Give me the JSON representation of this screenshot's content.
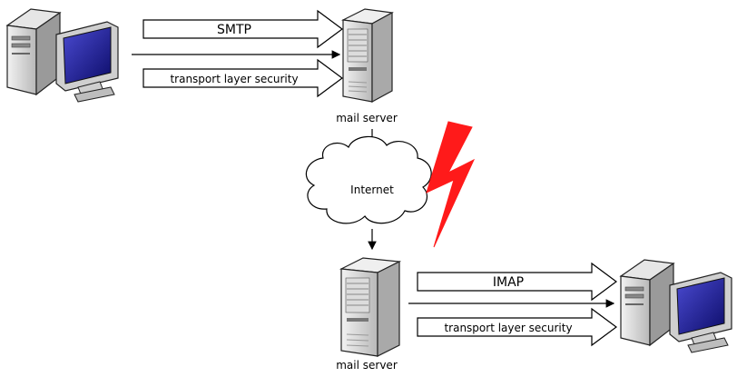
{
  "diagram": {
    "arrows": {
      "smtp": "SMTP",
      "tls_top": "transport layer security",
      "imap": "IMAP",
      "tls_bottom": "transport layer security"
    },
    "nodes": {
      "server_top_label": "mail server",
      "cloud_label": "Internet",
      "server_bottom_label": "mail server"
    },
    "colors": {
      "lightning": "#ff1a1a",
      "monitor_screen": "#1a1a8c",
      "case": "#d9d9d9"
    }
  }
}
